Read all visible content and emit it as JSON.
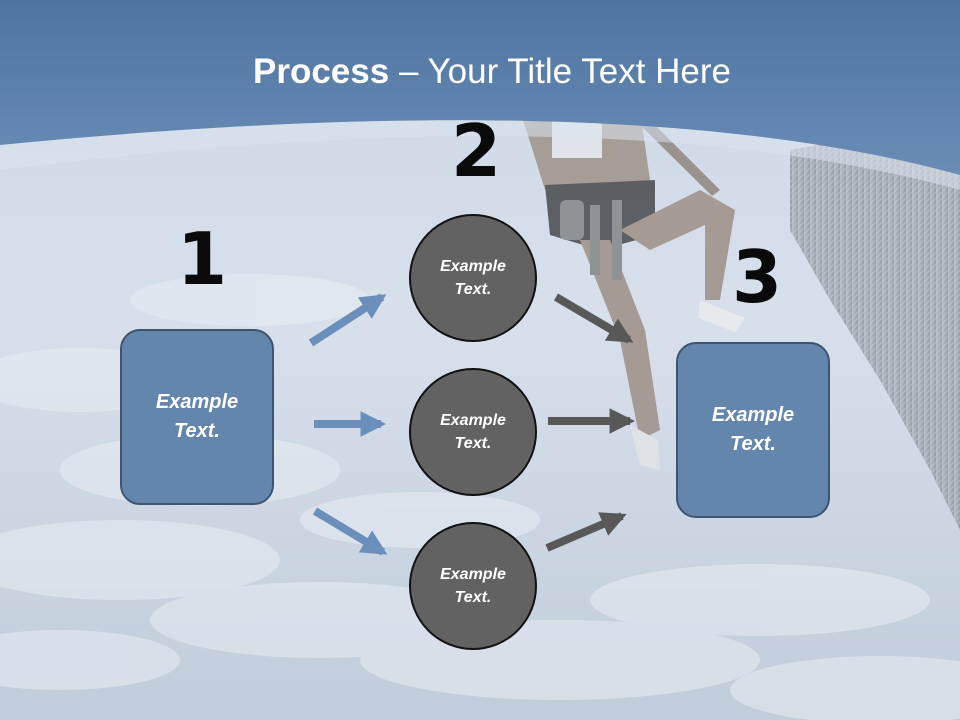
{
  "title": {
    "bold": "Process",
    "rest": " – Your Title Text Here"
  },
  "steps": [
    {
      "number": "1",
      "text": "Example Text."
    },
    {
      "number": "2",
      "items": [
        "Example Text.",
        "Example Text.",
        "Example Text."
      ]
    },
    {
      "number": "3",
      "text": "Example Text."
    }
  ],
  "colors": {
    "header": "#5a7fa8",
    "box_fill": "#6586ac",
    "circle_fill": "#626262",
    "arrow_blue": "#6a8fbb",
    "arrow_gray": "#585858"
  },
  "icons": {
    "background_photo": "rock-climber-over-clouds"
  }
}
